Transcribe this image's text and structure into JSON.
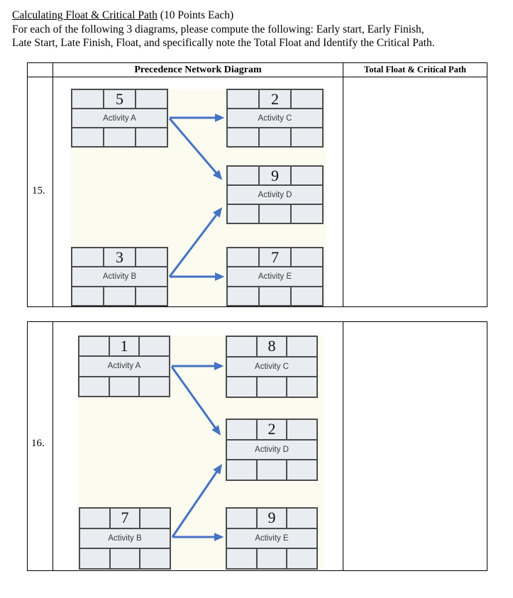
{
  "page": {
    "title_underlined": "Calculating Float & Critical Path",
    "title_rest": " (10 Points Each)",
    "instructions_line1": "For each of the following 3 diagrams, please compute the following: Early start, Early Finish,",
    "instructions_line2": "Late Start, Late Finish, Float, and specifically note the Total Float and Identify the Critical Path."
  },
  "table_headers": {
    "diagram_col": "Precedence Network Diagram",
    "answer_col": "Total Float & Critical Path"
  },
  "colors": {
    "arrow": "#4472c4",
    "node_fill": "#e9ecf0",
    "node_border": "#4d4d4d",
    "diagram_background": "#fbfbf0"
  },
  "problems": [
    {
      "number": "15.",
      "nodes": [
        {
          "id": "A",
          "label": "Activity A",
          "duration": "5"
        },
        {
          "id": "C",
          "label": "Activity C",
          "duration": "2"
        },
        {
          "id": "D",
          "label": "Activity D",
          "duration": "9"
        },
        {
          "id": "B",
          "label": "Activity B",
          "duration": "3"
        },
        {
          "id": "E",
          "label": "Activity E",
          "duration": "7"
        }
      ],
      "edges": [
        "A→C",
        "A→D",
        "B→D",
        "B→E"
      ]
    },
    {
      "number": "16.",
      "nodes": [
        {
          "id": "A",
          "label": "Activity A",
          "duration": "1"
        },
        {
          "id": "C",
          "label": "Activity C",
          "duration": "8"
        },
        {
          "id": "D",
          "label": "Activity D",
          "duration": "2"
        },
        {
          "id": "B",
          "label": "Activity B",
          "duration": "7"
        },
        {
          "id": "E",
          "label": "Activity E",
          "duration": "9"
        }
      ],
      "edges": [
        "A→C",
        "A→D",
        "B→D",
        "B→E"
      ]
    }
  ]
}
